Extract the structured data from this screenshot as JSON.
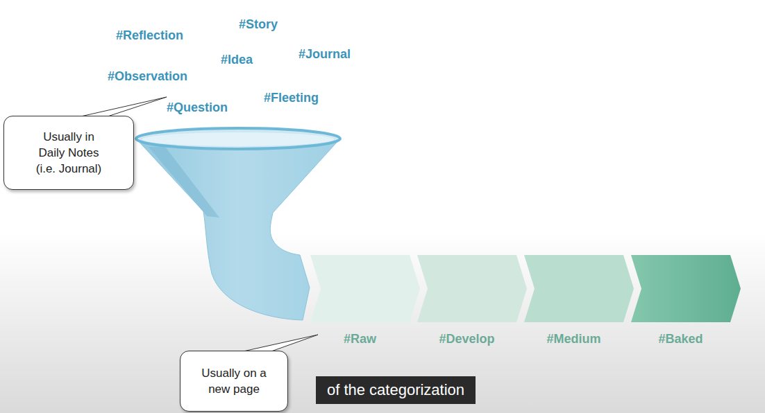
{
  "diagram": {
    "caption": "of the categorization",
    "nodes": [
      {
        "text": [
          "Usually in Daily Notes (i.e. Journal)"
        ]
      },
      {
        "text": [
          "#Raw"
        ]
      },
      {
        "text": [
          "#Develop"
        ]
      },
      {
        "text": [
          "#Medium"
        ]
      },
      {
        "text": [
          "#Baked"
        ]
      },
      {
        "text": [
          "Usually on a new page"
        ]
      }
    ],
    "labels": [
      "#Story",
      "#Reflection",
      "#Journal",
      "#Idea",
      "#Observation",
      "#Fleeting",
      "#Question"
    ]
  }
}
